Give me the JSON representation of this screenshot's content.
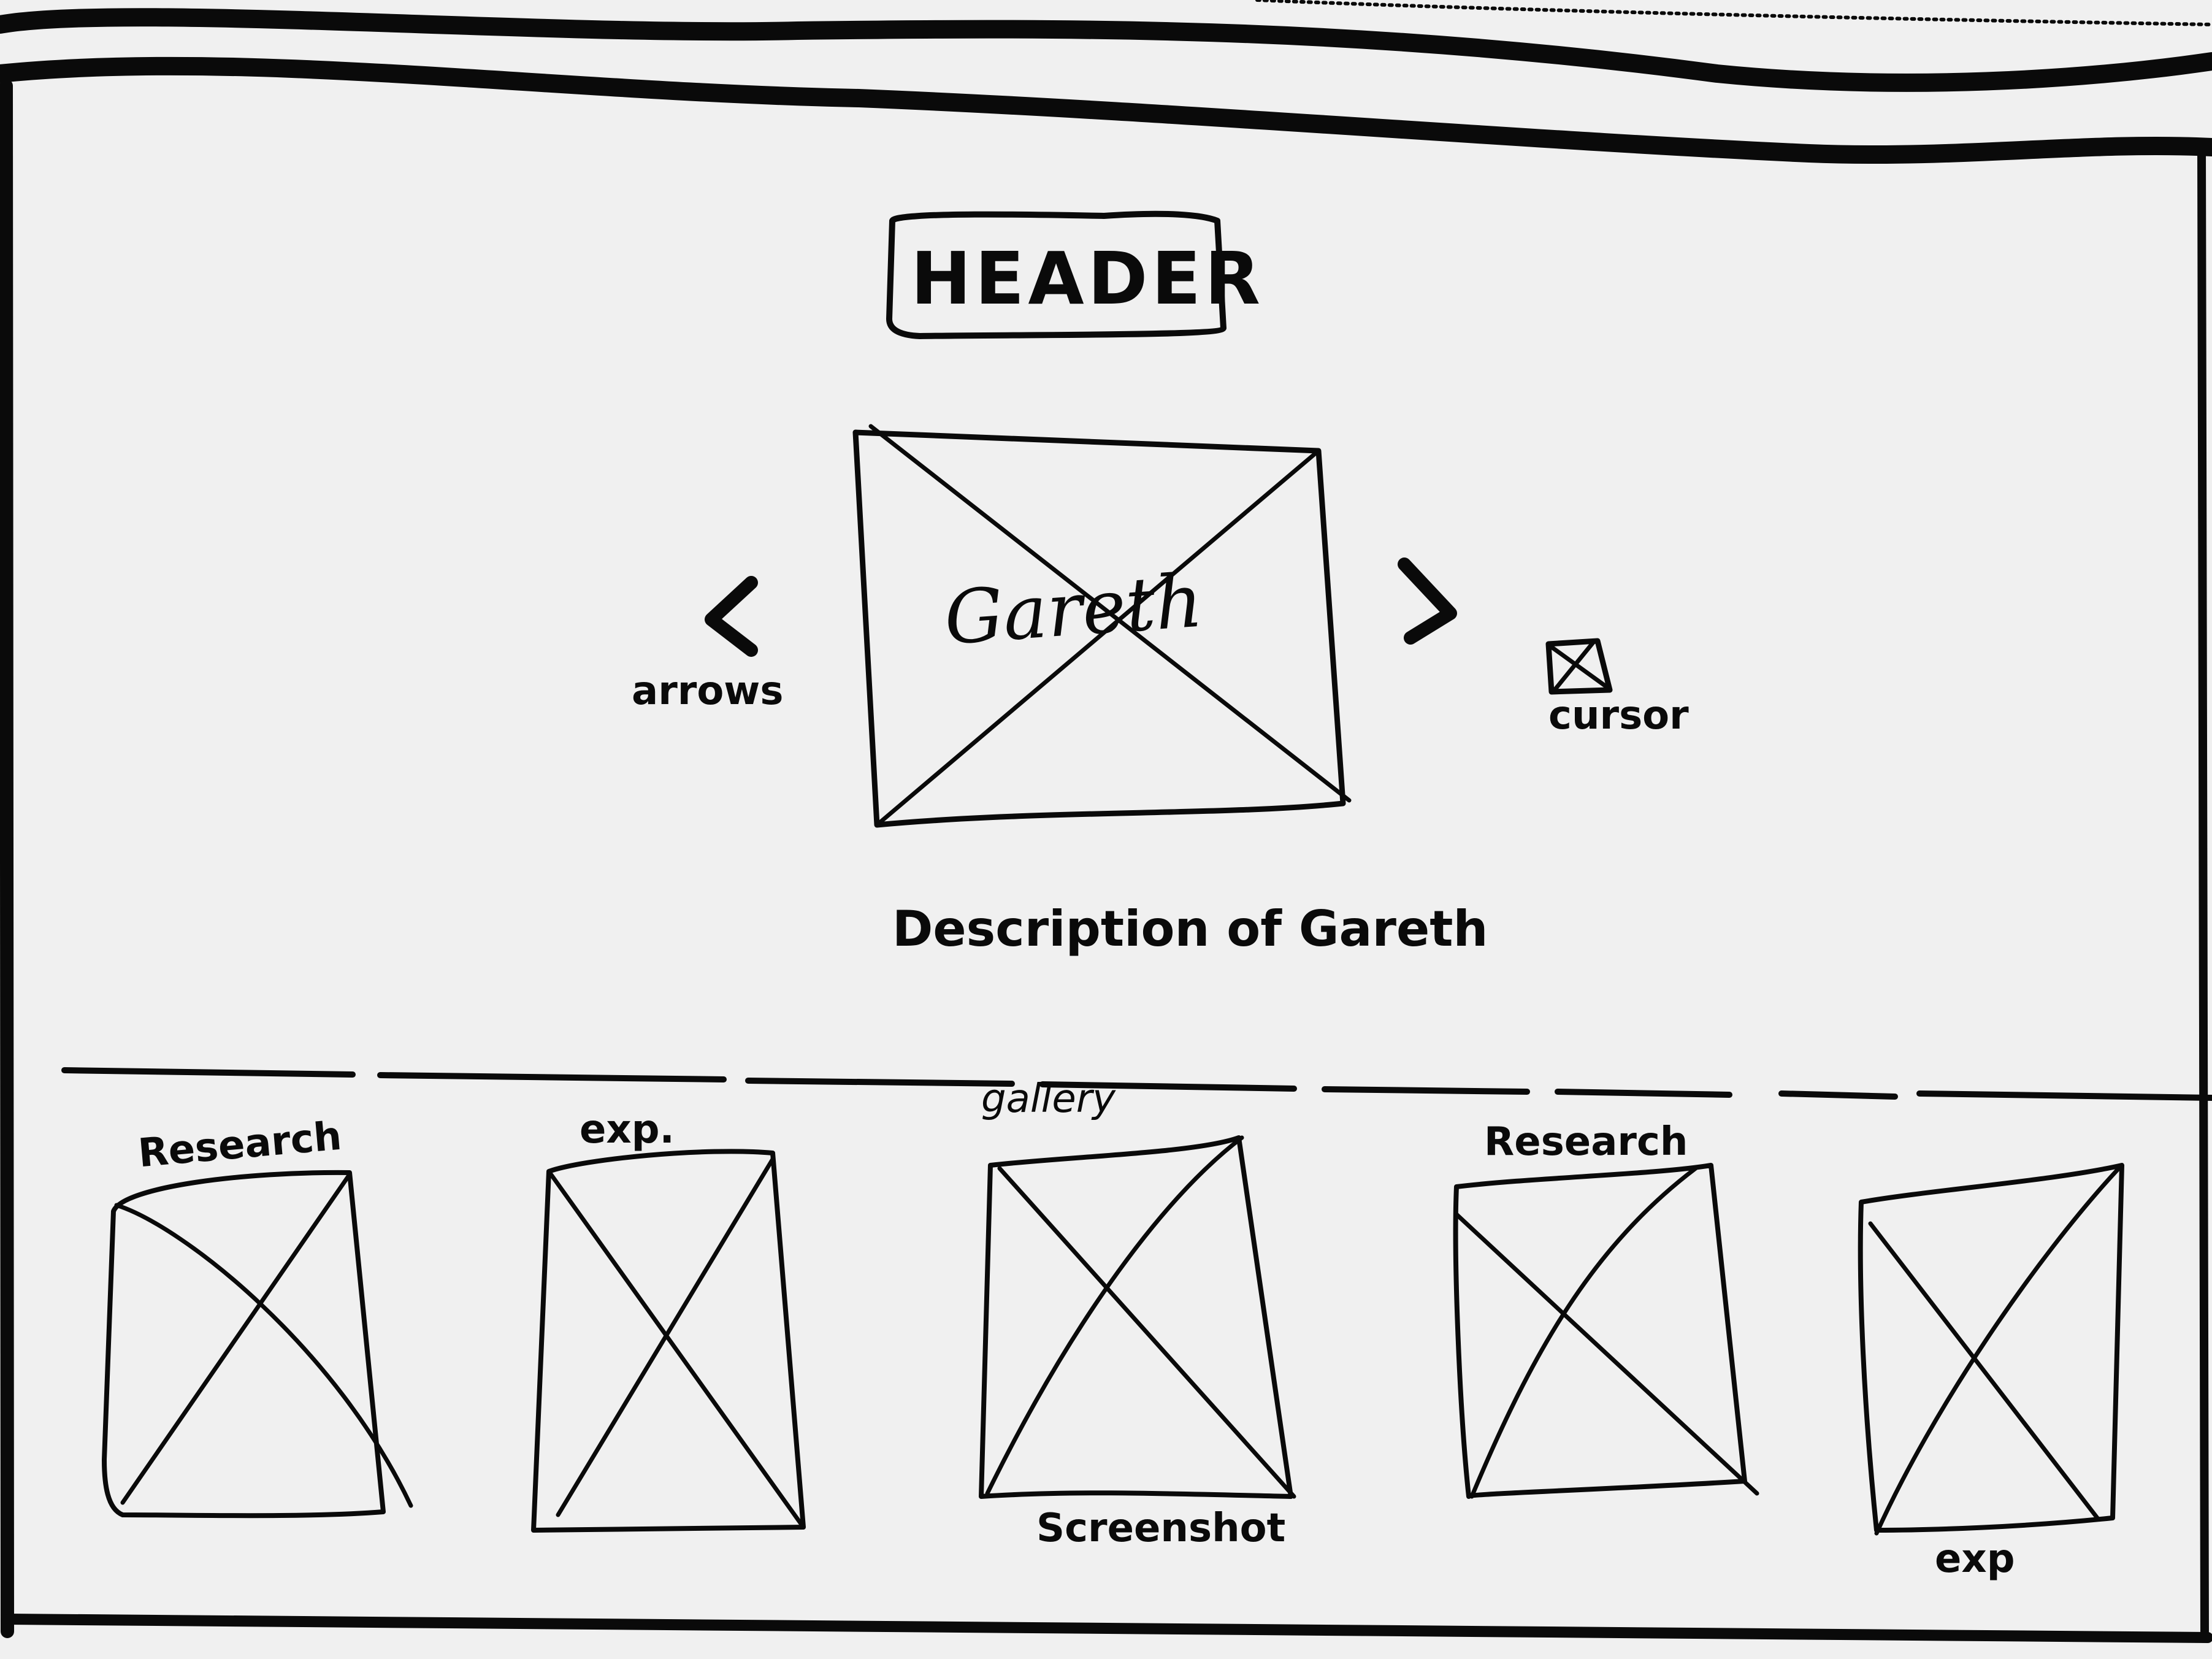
{
  "header": {
    "title": "HEADER"
  },
  "hero": {
    "image_label": "Gareth",
    "prev_arrow_icon": "chevron-left-icon",
    "next_arrow_icon": "chevron-right-icon",
    "arrows_annotation": "arrows",
    "cursor_annotation": "cursor",
    "description": "Description of Gareth"
  },
  "gallery": {
    "section_label": "gallery",
    "items": [
      {
        "top_label": "Research",
        "bottom_label": ""
      },
      {
        "top_label": "exp.",
        "bottom_label": ""
      },
      {
        "top_label": "",
        "bottom_label": "Screenshot"
      },
      {
        "top_label": "Research",
        "bottom_label": ""
      },
      {
        "top_label": "",
        "bottom_label": "exp"
      }
    ]
  },
  "colors": {
    "ink": "#0a0a0a",
    "paper": "#f0f0f0"
  }
}
